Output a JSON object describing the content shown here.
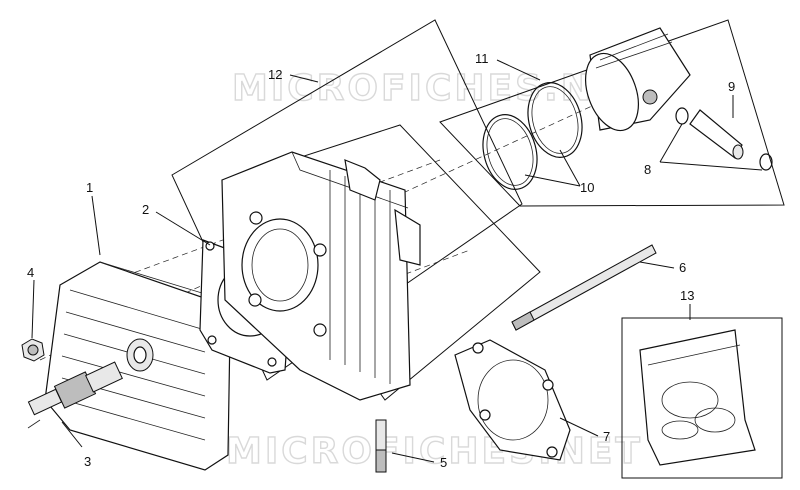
{
  "watermark": {
    "text": "MICROFICHES.NET"
  },
  "callouts": {
    "p1": "1",
    "p2": "2",
    "p3": "3",
    "p4": "4",
    "p5": "5",
    "p6": "6",
    "p7": "7",
    "p8": "8",
    "p9": "9",
    "p10": "10",
    "p11": "11",
    "p12": "12",
    "p13": "13"
  }
}
